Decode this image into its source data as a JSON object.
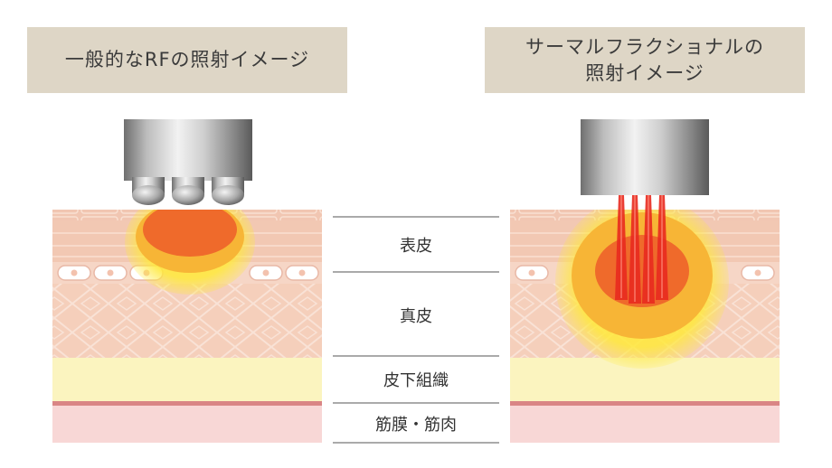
{
  "panels": {
    "left_title": "一般的なRFの照射イメージ",
    "right_title_lines": [
      "サーマルフラクショナルの",
      "照射イメージ"
    ]
  },
  "layers": [
    {
      "label": "表皮"
    },
    {
      "label": "真皮"
    },
    {
      "label": "皮下組織"
    },
    {
      "label": "筋膜・筋肉"
    }
  ],
  "colors": {
    "title_bg": "#ded6c6",
    "epidermis": "#f2c9b4",
    "dermis": "#f6d2bf",
    "subcutaneous": "#fbf4bf",
    "fascia_line": "#d98585",
    "muscle": "#f8d7d6",
    "heat_outer": "#ffe93a",
    "heat_ring": "#f7b536",
    "heat_core": "#ef6a2b",
    "laser": "#e82a1f"
  }
}
